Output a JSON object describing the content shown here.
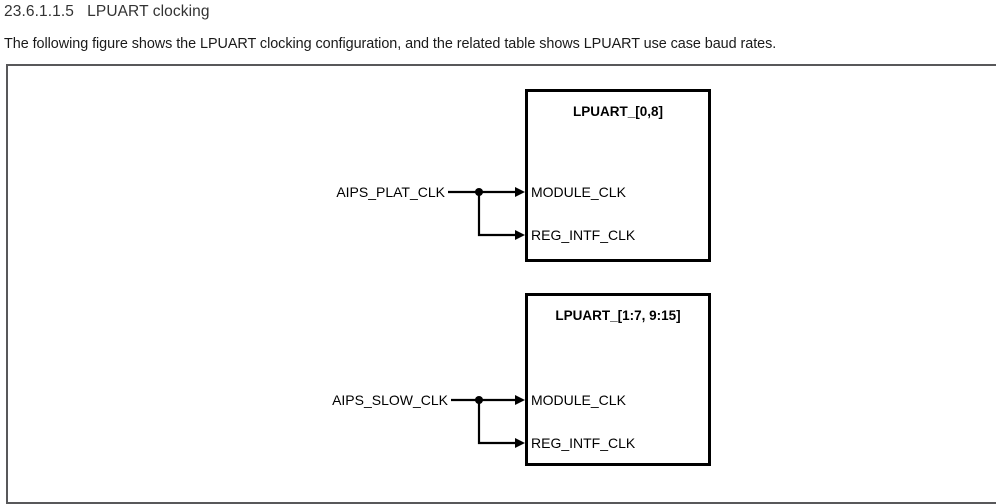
{
  "heading": {
    "number": "23.6.1.1.5",
    "title": "LPUART clocking",
    "full": "23.6.1.1.5   LPUART clocking"
  },
  "intro": {
    "text": "The following figure shows the LPUART clocking configuration, and the related table shows LPUART use case baud rates."
  },
  "figure": {
    "blocks": [
      {
        "id": "lpuart-0-8",
        "title": "LPUART_[0,8]",
        "source_label": "AIPS_PLAT_CLK",
        "ports": [
          {
            "name": "MODULE_CLK"
          },
          {
            "name": "REG_INTF_CLK"
          }
        ]
      },
      {
        "id": "lpuart-1-7-9-15",
        "title": "LPUART_[1:7, 9:15]",
        "source_label": "AIPS_SLOW_CLK",
        "ports": [
          {
            "name": "MODULE_CLK"
          },
          {
            "name": "REG_INTF_CLK"
          }
        ]
      }
    ]
  },
  "colors": {
    "text": "#000000",
    "heading": "#333333",
    "frame_border": "#58585a",
    "box_border": "#000000",
    "wire": "#000000",
    "background": "#ffffff"
  }
}
